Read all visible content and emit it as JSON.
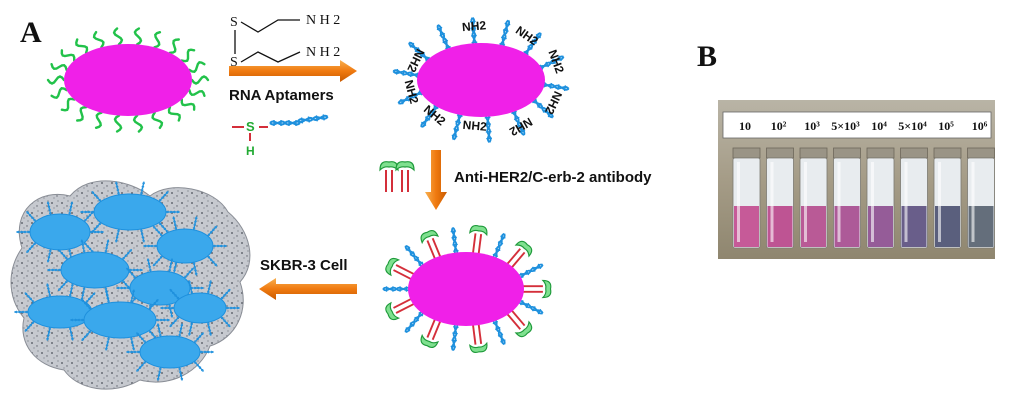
{
  "panels": {
    "a_label": "A",
    "b_label": "B"
  },
  "linker": {
    "s_top": "S",
    "s_bottom": "S",
    "nh2_top": "N H 2",
    "nh2_bottom": "N H 2"
  },
  "steps": {
    "step1": "RNA Aptamers",
    "step2": "Anti-HER2/C-erb-2 antibody",
    "step3": "SKBR-3 Cell"
  },
  "thiol": {
    "s": "S",
    "h": "H"
  },
  "amine_label": "NH2",
  "concentrations": [
    "10",
    "10²",
    "10³",
    "5×10³",
    "10⁴",
    "5×10⁴",
    "10⁵",
    "10⁶"
  ],
  "colors": {
    "nanoparticle": "#f020e8",
    "ligand": "#22c24a",
    "aptamer": "#1e90dd",
    "antibody_stem": "#d42f3a",
    "antibody_tip": "#33cc55",
    "arrow": "#f07a10",
    "cell": "#b8bcc4",
    "photo_bg": "#a49c88"
  }
}
